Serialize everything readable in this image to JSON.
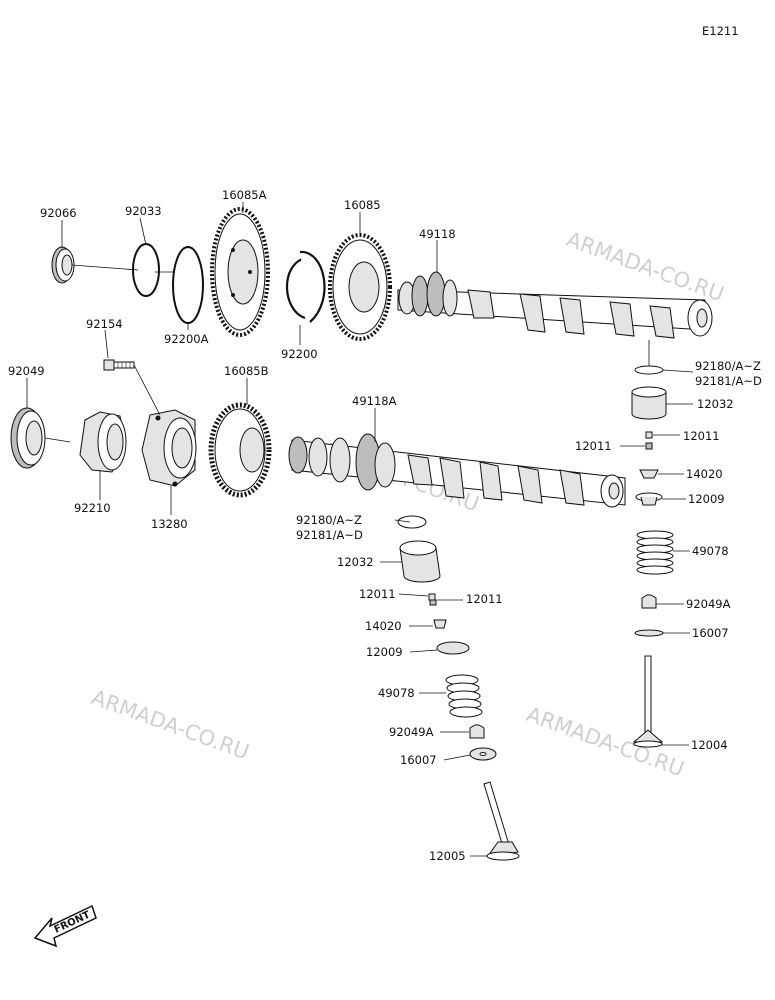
{
  "diagram_code": "E1211",
  "labels": {
    "p92066": "92066",
    "p92033": "92033",
    "p16085A": "16085A",
    "p16085": "16085",
    "p49118": "49118",
    "p92200A": "92200A",
    "p92200": "92200",
    "p92154": "92154",
    "p92049": "92049",
    "p16085B": "16085B",
    "p49118A": "49118A",
    "p92210": "92210",
    "p13280": "13280",
    "p92180_r": "92180/A~Z",
    "p92181_r": "92181/A~D",
    "p12032_r": "12032",
    "p12011_r1": "12011",
    "p12011_r2": "12011",
    "p14020_r": "14020",
    "p12009_r": "12009",
    "p49078_r": "49078",
    "p92049A_r": "92049A",
    "p16007_r": "16007",
    "p12004": "12004",
    "p92180_c": "92180/A~Z",
    "p92181_c": "92181/A~D",
    "p12032_c": "12032",
    "p12011_c1": "12011",
    "p12011_c2": "12011",
    "p14020_c": "14020",
    "p12009_c": "12009",
    "p49078_c": "49078",
    "p92049A_c": "92049A",
    "p16007_c": "16007",
    "p12005": "12005"
  },
  "watermark": "ARMADA-CO.RU",
  "front_label": "FRONT"
}
